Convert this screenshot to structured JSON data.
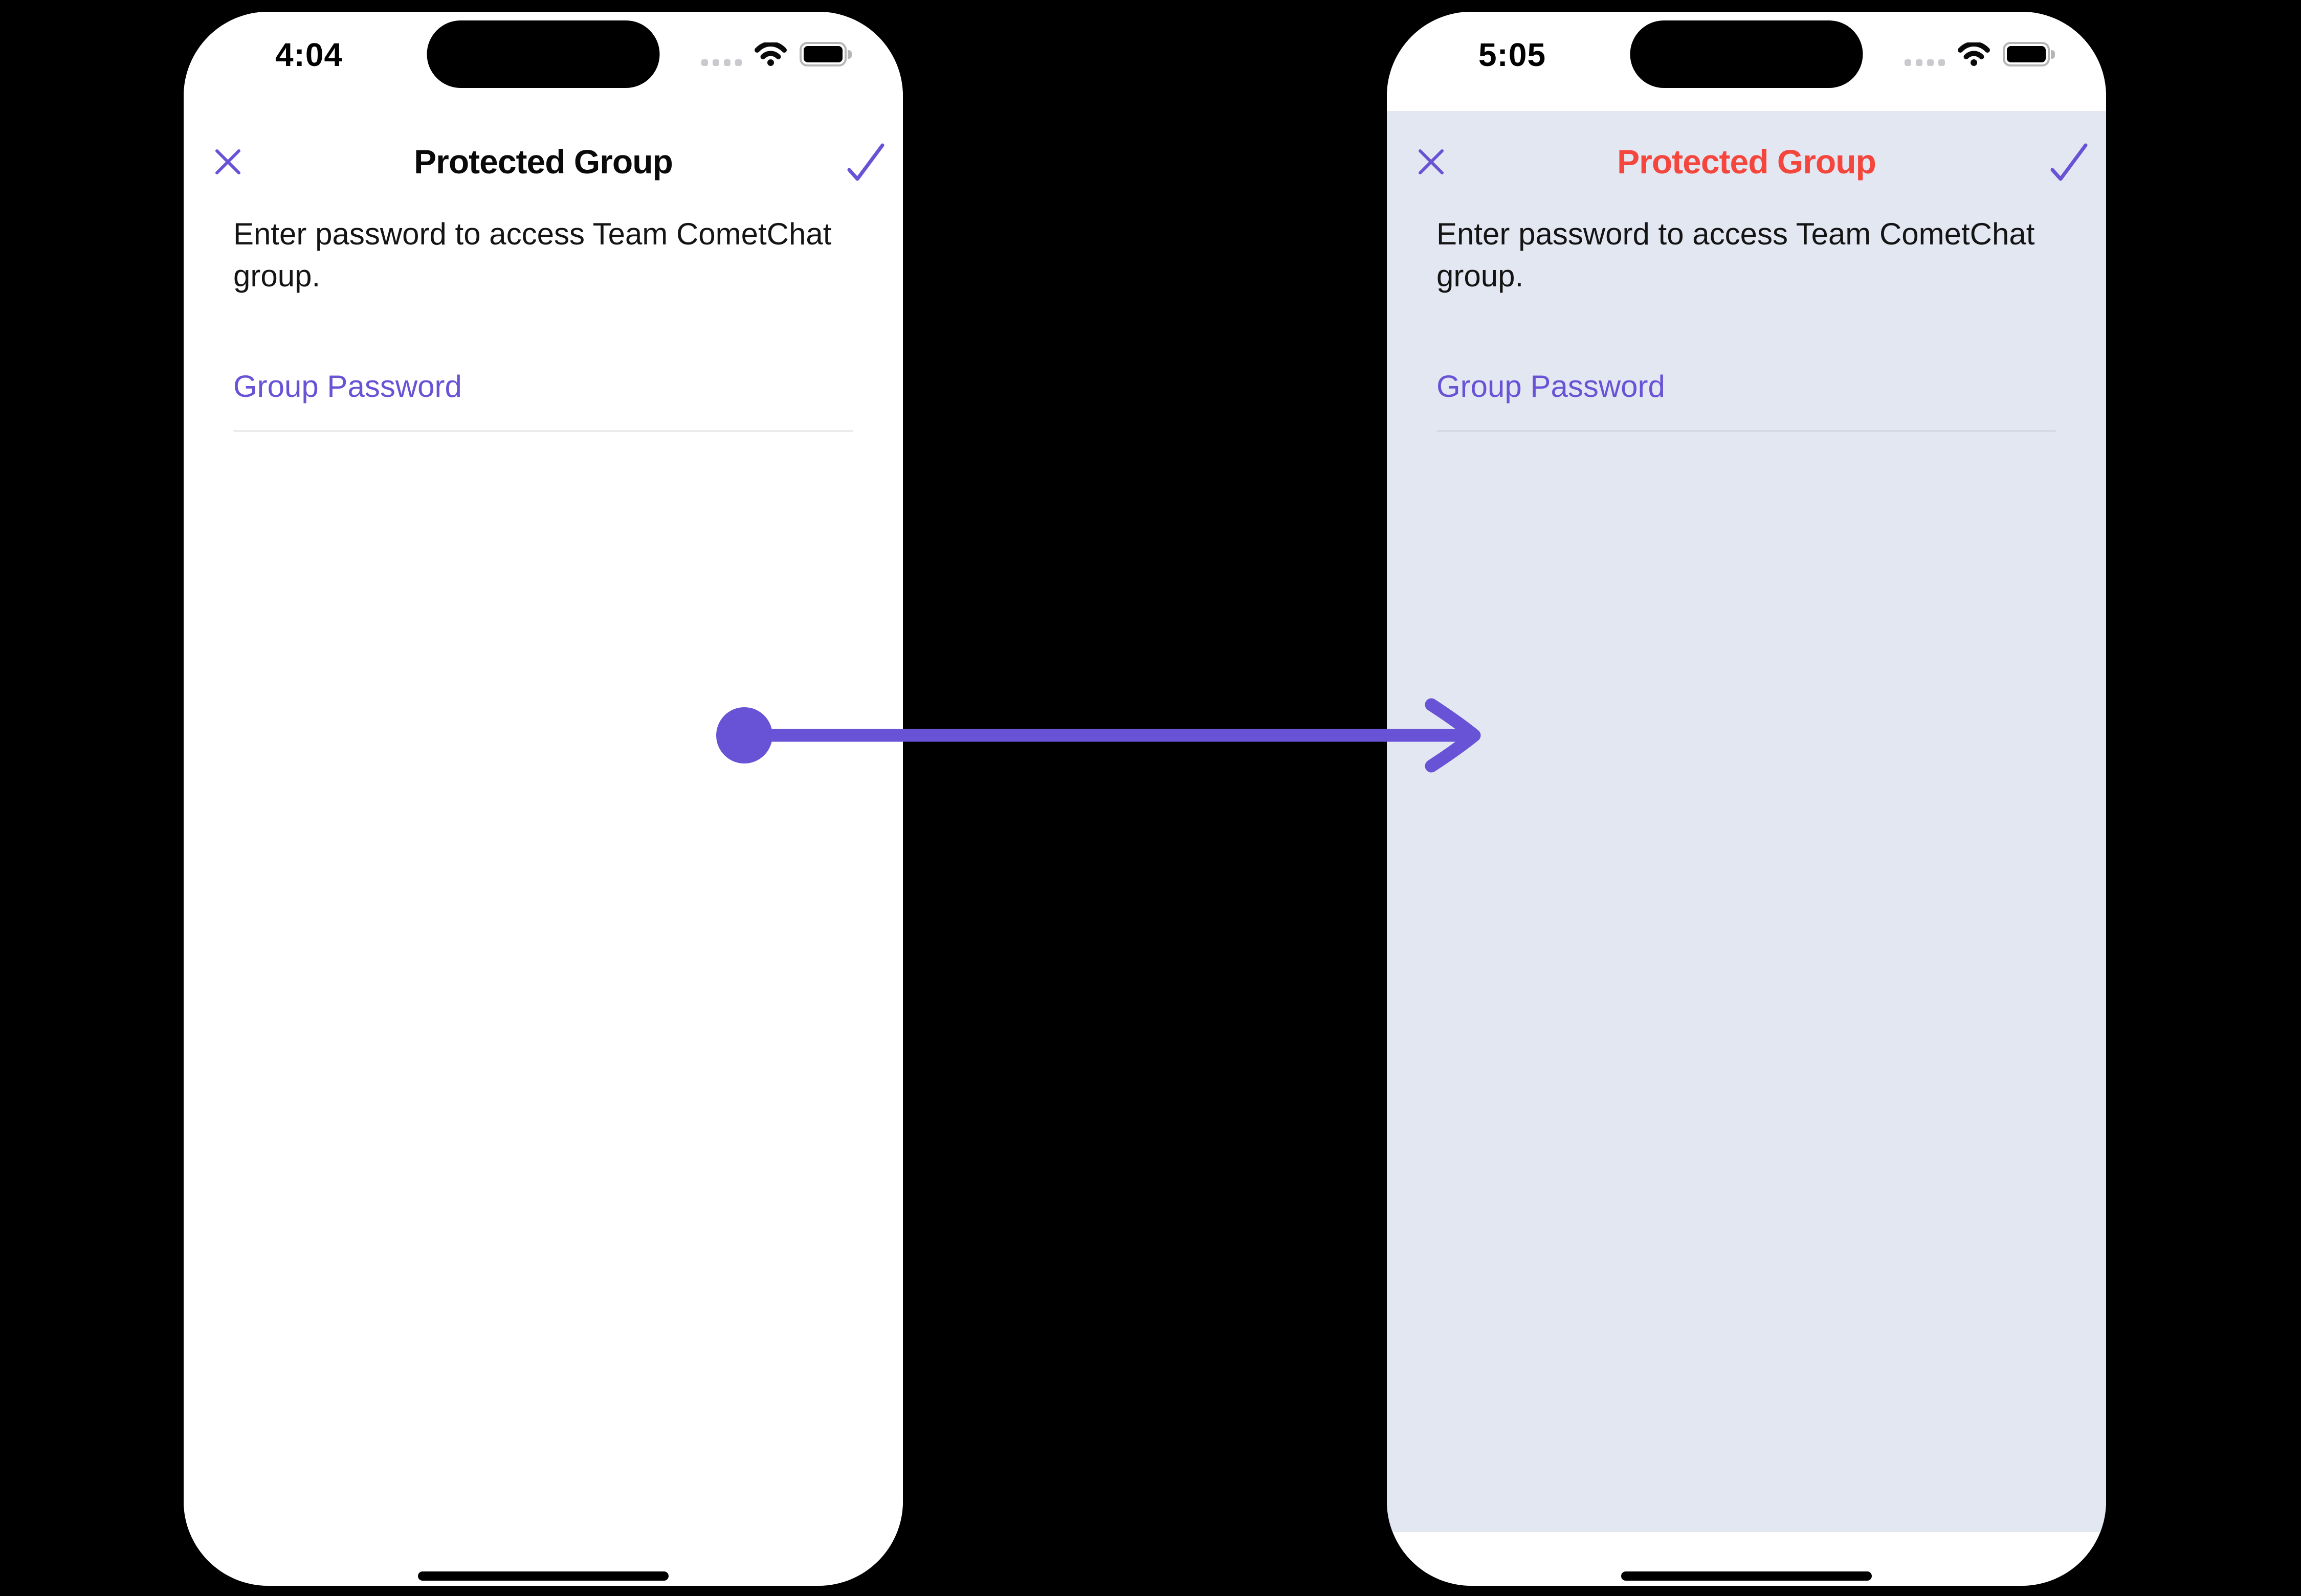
{
  "canvas": {
    "background": "#000000"
  },
  "colors": {
    "accent_purple": "#6852D6",
    "title_red": "#F4463C",
    "screen_white": "#FFFFFF",
    "screen_lavender": "#E3E7F2",
    "body_text": "#141414",
    "nav_title_black": "#0A0A0A",
    "divider_light": "#ECECEC",
    "divider_lavender": "#D7DAE4",
    "cellular_dots_grey": "#C9C9CE",
    "battery_outline_grey": "#B6B6B6",
    "dynamic_island": "#000000",
    "home_indicator": "#000000"
  },
  "status_icons": [
    "cellular-signal-dots",
    "wifi",
    "battery-full"
  ],
  "phone_left": {
    "statusbar": {
      "time": "4:04"
    },
    "nav": {
      "title": "Protected Group",
      "title_color": "#0A0A0A"
    },
    "subtitle": "Enter password to access Team CometChat\ngroup.",
    "password_field": {
      "label": "Group Password",
      "value": ""
    }
  },
  "phone_right": {
    "statusbar": {
      "time": "5:05"
    },
    "nav": {
      "title": "Protected Group",
      "title_color": "#F4463C"
    },
    "subtitle": "Enter password to access Team CometChat\ngroup.",
    "password_field": {
      "label": "Group Password",
      "value": ""
    }
  },
  "annotation_arrow": {
    "color": "#6852D6",
    "direction": "left-to-right"
  }
}
